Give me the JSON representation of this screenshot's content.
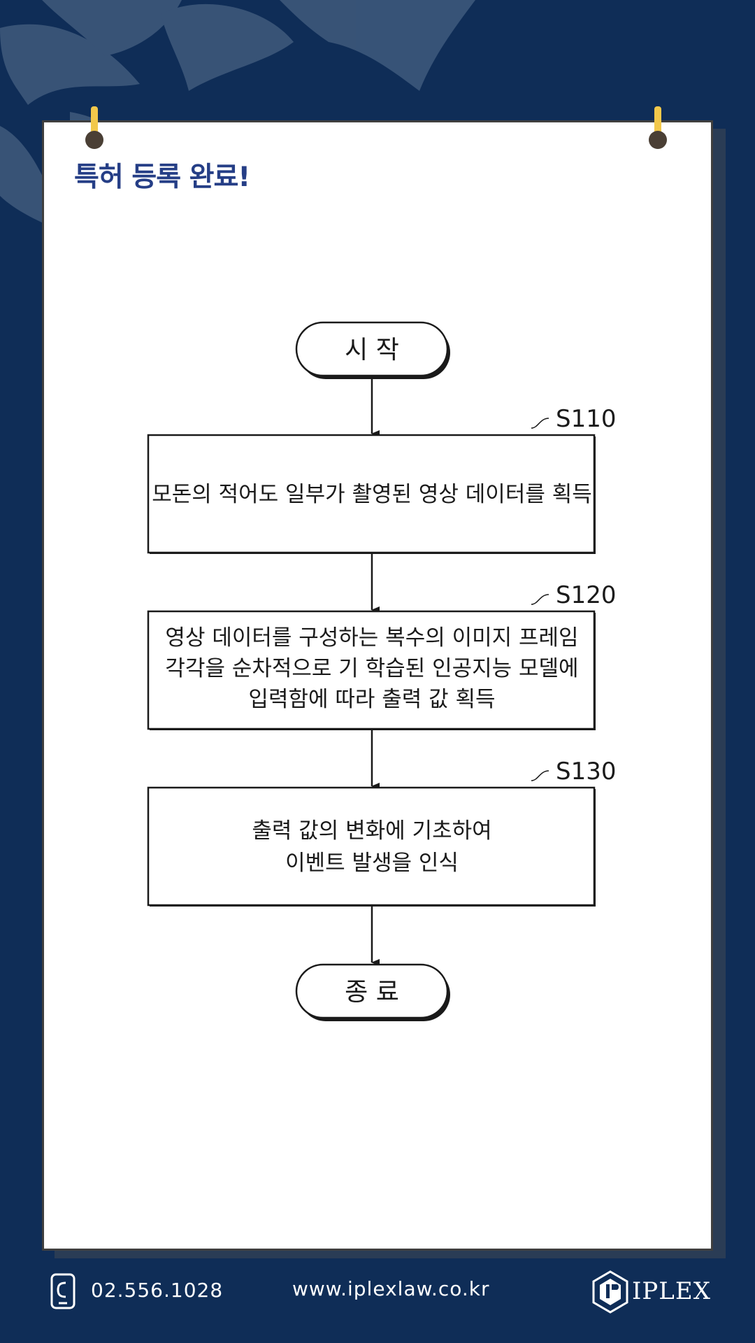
{
  "header": {
    "title": "특허 등록 완료!"
  },
  "flowchart": {
    "start_label": "시 작",
    "end_label": "종 료",
    "steps": [
      {
        "id": "S110",
        "lines": [
          "모돈의 적어도 일부가 촬영된 영상 데이터를 획득"
        ]
      },
      {
        "id": "S120",
        "lines": [
          "영상 데이터를 구성하는 복수의 이미지 프레임",
          "각각을 순차적으로 기 학습된 인공지능 모델에",
          "입력함에 따라 출력 값 획득"
        ]
      },
      {
        "id": "S130",
        "lines": [
          "출력 값의 변화에 기초하여",
          "이벤트 발생을 인식"
        ]
      }
    ]
  },
  "footer": {
    "phone": "02.556.1028",
    "website": "www.iplexlaw.co.kr",
    "logo_text": "IPLEX"
  },
  "icons": {
    "phone": "phone-icon",
    "logo": "iplex-logo-icon"
  },
  "colors": {
    "background": "#0f2d57",
    "title": "#253e86",
    "pin": "#f2c84b"
  }
}
